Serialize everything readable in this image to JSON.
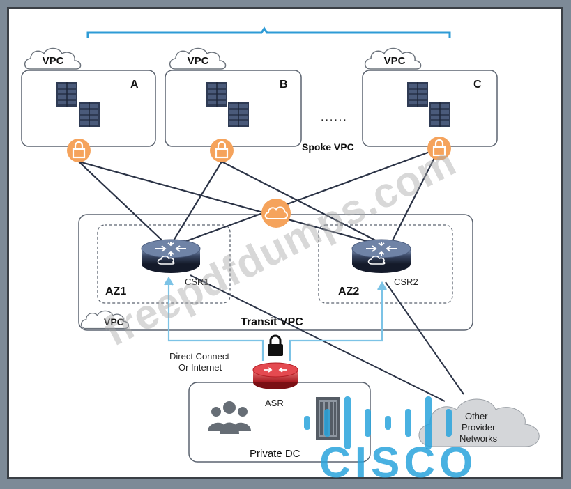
{
  "spoke_group_label": "Spoke VPC",
  "ellipsis": "......",
  "spokes": [
    {
      "vpc_label": "VPC",
      "name": "A"
    },
    {
      "vpc_label": "VPC",
      "name": "B"
    },
    {
      "vpc_label": "VPC",
      "name": "C"
    }
  ],
  "transit": {
    "label": "Transit VPC",
    "vpc_label": "VPC",
    "az1": {
      "label": "AZ1",
      "router": "CSR1"
    },
    "az2": {
      "label": "AZ2",
      "router": "CSR2"
    }
  },
  "connection_label_line1": "Direct Connect",
  "connection_label_line2": "Or Internet",
  "asr_label": "ASR",
  "private_dc_label": "Private DC",
  "other_networks": [
    "Other",
    "Provider",
    "Networks"
  ],
  "watermark_text": "freepdfdumps.com",
  "logo_text": "CISCO",
  "colors": {
    "bracket": "#2e9bd6",
    "lock_orange": "#f5a35c",
    "link_line": "#2b3346",
    "dc_link": "#7cc3e6",
    "asr_red": "#d0262e",
    "cisco_blue": "#29a3dc"
  }
}
